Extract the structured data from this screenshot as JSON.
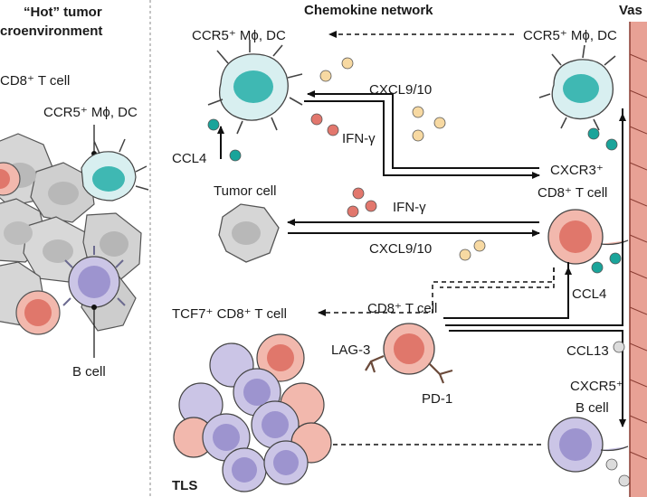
{
  "left_panel": {
    "title_line1": "“Hot” tumor",
    "title_line2": "croenvironment",
    "cd8_t_cell": "CD8⁺ T cell",
    "ccr5_mphi_dc": "CCR5⁺ Mϕ, DC",
    "b_cell": "B cell"
  },
  "center_panel": {
    "title": "Chemokine network",
    "ccr5_mphi_dc_top": "CCR5⁺ Mϕ, DC",
    "ccr5_mphi_dc_right": "CCR5⁺ Mϕ, DC",
    "cxcl9_10_top": "CXCL9/10",
    "ifn_gamma_top": "IFN-γ",
    "ccl4_left": "CCL4",
    "cxcr3_line1": "CXCR3⁺",
    "cxcr3_line2": "CD8⁺ T cell",
    "tumor_cell": "Tumor cell",
    "ifn_gamma_mid": "IFN-γ",
    "cxcl9_10_mid": "CXCL9/10",
    "ccl4_right": "CCL4",
    "tcf7": "TCF7⁺ CD8⁺ T cell",
    "cd8_t_cell": "CD8⁺ T cell",
    "lag3": "LAG-3",
    "pd1": "PD-1",
    "ccl13": "CCL13",
    "cxcr5_line1": "CXCR5⁺",
    "cxcr5_line2": "B cell",
    "tls": "TLS"
  },
  "right_panel": {
    "title": "Vas"
  },
  "colors": {
    "macrophage_fill": "#d8eff0",
    "macrophage_nucleus": "#3fb8b3",
    "t_cell_fill": "#f2b8ad",
    "t_cell_nucleus": "#e0776b",
    "b_cell_fill": "#cbc5e6",
    "b_cell_nucleus": "#9d94cf",
    "tumor_fill": "#d6d6d6",
    "ccl4_dot": "#1aa49a",
    "ifn_dot": "#e2776d",
    "cxcl_dot": "#f7d9a2",
    "ccl13_dot": "#dcdcdc",
    "vessel": "#c96f63"
  }
}
